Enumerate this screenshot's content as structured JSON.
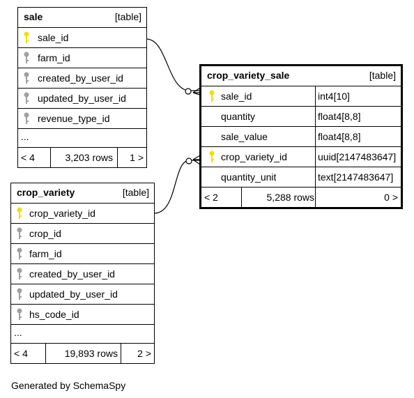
{
  "tables": {
    "sale": {
      "name": "sale",
      "tag": "[table]",
      "columns": [
        "sale_id",
        "farm_id",
        "created_by_user_id",
        "updated_by_user_id",
        "revenue_type_id",
        "..."
      ],
      "footer": {
        "left": "< 4",
        "rows": "3,203 rows",
        "right": "1 >"
      }
    },
    "crop_variety_sale": {
      "name": "crop_variety_sale",
      "tag": "[table]",
      "columns": [
        {
          "name": "sale_id",
          "type": "int4[10]"
        },
        {
          "name": "quantity",
          "type": "float4[8,8]"
        },
        {
          "name": "sale_value",
          "type": "float4[8,8]"
        },
        {
          "name": "crop_variety_id",
          "type": "uuid[2147483647]"
        },
        {
          "name": "quantity_unit",
          "type": "text[2147483647]"
        }
      ],
      "footer": {
        "left": "< 2",
        "rows": "5,288 rows",
        "right": "0 >"
      }
    },
    "crop_variety": {
      "name": "crop_variety",
      "tag": "[table]",
      "columns": [
        "crop_variety_id",
        "crop_id",
        "farm_id",
        "created_by_user_id",
        "updated_by_user_id",
        "hs_code_id",
        "..."
      ],
      "footer": {
        "left": "< 4",
        "rows": "19,893 rows",
        "right": "2 >"
      }
    }
  },
  "colors": {
    "primary_key": "#f0e000",
    "foreign_key": "#a0a0a0"
  },
  "generated_by": "Generated by SchemaSpy"
}
